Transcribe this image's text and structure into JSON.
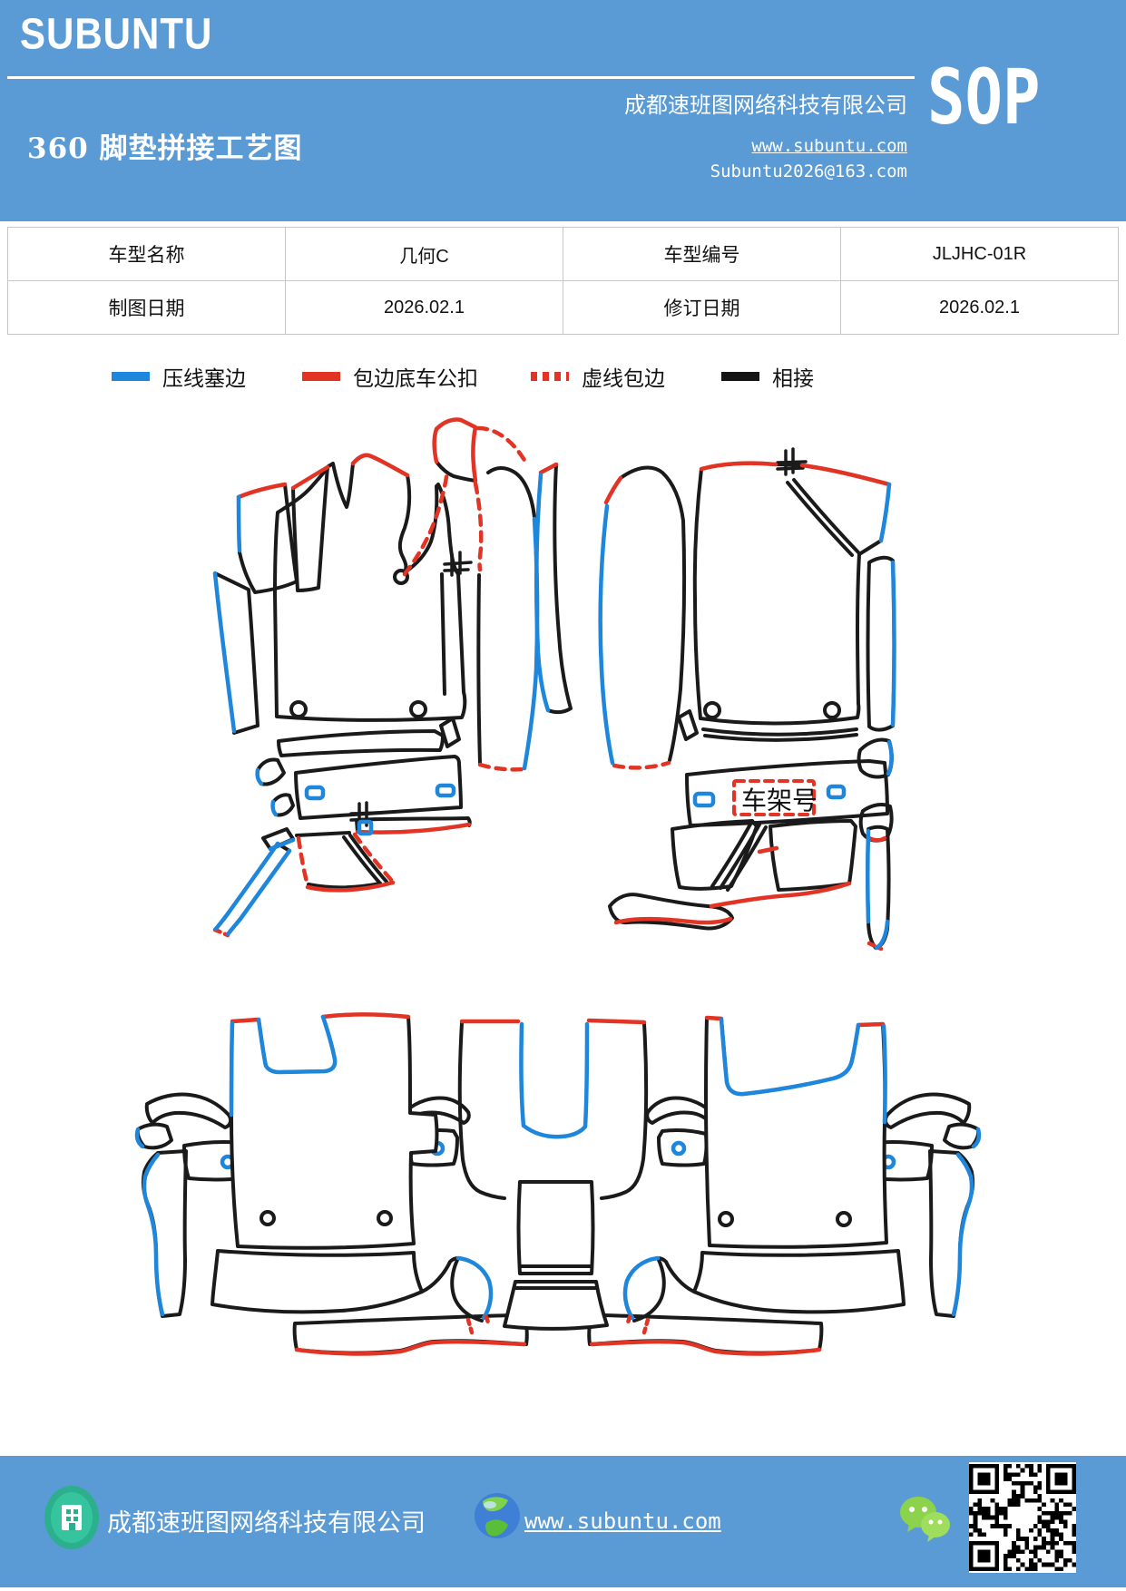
{
  "header": {
    "logo": "SUBUNTU",
    "company": "成都速班图网络科技有限公司",
    "title": "360 脚垫拼接工艺图",
    "website": "www.subuntu.com",
    "email": "Subuntu2026@163.com",
    "sop": "SOP",
    "bg_color": "#5B9BD5"
  },
  "info_table": {
    "rows": [
      [
        "车型名称",
        "几何C",
        "车型编号",
        "JLJHC-01R"
      ],
      [
        "制图日期",
        "2026.02.1",
        "修订日期",
        "2026.02.1"
      ]
    ]
  },
  "legend": {
    "items": [
      {
        "label": "压线塞边",
        "color": "#1E86DB",
        "style": "solid"
      },
      {
        "label": "包边底车公扣",
        "color": "#E23424",
        "style": "solid"
      },
      {
        "label": "虚线包边",
        "color": "#E23424",
        "style": "dashed"
      },
      {
        "label": "相接",
        "color": "#141414",
        "style": "solid"
      }
    ]
  },
  "diagram": {
    "vin_label": "车架号",
    "stroke_black": "#1a1a1a",
    "stroke_blue": "#1E86DB",
    "stroke_red": "#E23424"
  },
  "footer": {
    "company": "成都速班图网络科技有限公司",
    "website": "www.subuntu.com"
  }
}
